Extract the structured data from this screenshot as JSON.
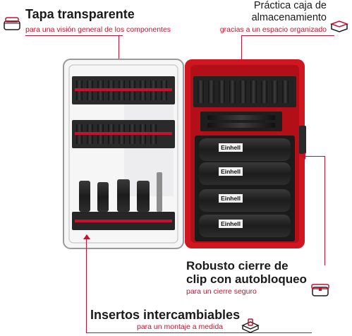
{
  "features": {
    "lid": {
      "title": "Tapa transparente",
      "subtitle": "para una visión general de los componentes"
    },
    "storage": {
      "title_line1": "Práctica caja de",
      "title_line2": "almacenamiento",
      "subtitle": "gracias a un espacio organizado"
    },
    "clip": {
      "title_line1": "Robusto cierre de",
      "title_line2": "clip con autobloqueo",
      "subtitle": "para un cierre seguro"
    },
    "inserts": {
      "title": "Insertos intercambiables",
      "subtitle": "para un montaje a medida"
    }
  },
  "product": {
    "brand_label": "Einhell",
    "sockets": [
      "Einhell",
      "Einhell",
      "Einhell",
      "Einhell"
    ]
  },
  "colors": {
    "accent": "#c8102e",
    "case_red": "#d0161f",
    "text": "#1a1a1a"
  },
  "icons": [
    "lid-icon",
    "storage-icon",
    "clip-icon",
    "inserts-icon"
  ]
}
